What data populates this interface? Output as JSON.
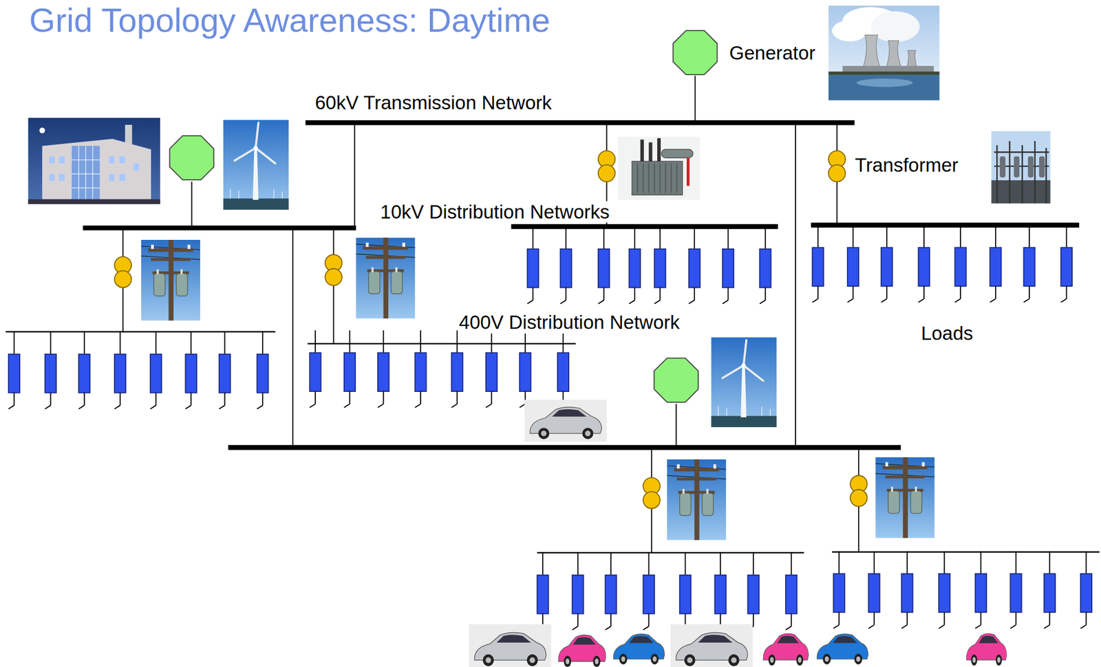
{
  "diagram": {
    "title": "Grid Topology Awareness: Daytime",
    "labels": [
      "60kV Transmission Network",
      "Generator",
      "Transformer",
      "10kV Distribution Networks",
      "400V Distribution Network",
      "Loads"
    ]
  }
}
